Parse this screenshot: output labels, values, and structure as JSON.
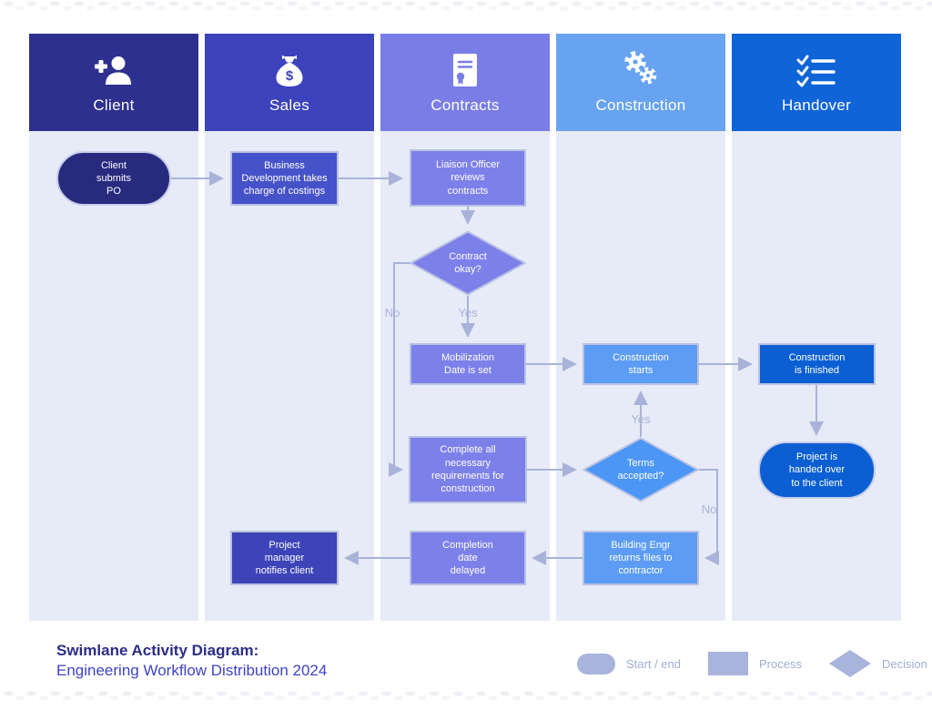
{
  "title_bar": {
    "title": "Swimlane Activity Diagram:",
    "subtitle": "Engineering Workflow Distribution 2024"
  },
  "lanes": [
    {
      "label": "Client",
      "icon": "add-user-icon",
      "color": "#2e308f"
    },
    {
      "label": "Sales",
      "icon": "money-bag-icon",
      "color": "#3c43bc"
    },
    {
      "label": "Contracts",
      "icon": "certificate-icon",
      "color": "#7a7de6"
    },
    {
      "label": "Construction",
      "icon": "gears-icon",
      "color": "#67a3f0"
    },
    {
      "label": "Handover",
      "icon": "checklist-icon",
      "color": "#0f64d8"
    }
  ],
  "nodes": {
    "client_start": {
      "type": "start",
      "lane": "Client",
      "text": "Client\nsubmits\nPO"
    },
    "sales_bd": {
      "type": "process",
      "lane": "Sales",
      "text": "Business\nDevelopment takes\ncharge of costings"
    },
    "contracts_liaison": {
      "type": "process",
      "lane": "Contracts",
      "text": "Liaison Officer\nreviews\ncontracts"
    },
    "contract_okay": {
      "type": "decision",
      "lane": "Contracts",
      "text": "Contract\nokay?"
    },
    "mobilization": {
      "type": "process",
      "lane": "Contracts",
      "text": "Mobilization\nDate is set"
    },
    "construction_starts": {
      "type": "process",
      "lane": "Construction",
      "text": "Construction\nstarts"
    },
    "construction_finished": {
      "type": "process",
      "lane": "Handover",
      "text": "Construction\nis finished"
    },
    "complete_requirements": {
      "type": "process",
      "lane": "Contracts",
      "text": "Complete all\nnecessary\nrequirements for\nconstruction"
    },
    "terms_accepted": {
      "type": "decision",
      "lane": "Construction",
      "text": "Terms\naccepted?"
    },
    "project_handed_over": {
      "type": "end",
      "lane": "Handover",
      "text": "Project is\nhanded over\nto the client"
    },
    "pm_notifies": {
      "type": "process",
      "lane": "Sales",
      "text": "Project\nmanager\nnotifies client"
    },
    "completion_delayed": {
      "type": "process",
      "lane": "Contracts",
      "text": "Completion\ndate\ndelayed"
    },
    "building_engr": {
      "type": "process",
      "lane": "Construction",
      "text": "Building Engr\nreturns files to\ncontractor"
    }
  },
  "branch_labels": {
    "contract_okay_yes": "Yes",
    "contract_okay_no": "No",
    "terms_accepted_yes": "Yes",
    "terms_accepted_no": "No"
  },
  "edges": [
    {
      "from": "client_start",
      "to": "sales_bd"
    },
    {
      "from": "sales_bd",
      "to": "contracts_liaison"
    },
    {
      "from": "contracts_liaison",
      "to": "contract_okay"
    },
    {
      "from": "contract_okay",
      "to": "mobilization",
      "label": "Yes"
    },
    {
      "from": "contract_okay",
      "to": "complete_requirements",
      "label": "No"
    },
    {
      "from": "mobilization",
      "to": "construction_starts"
    },
    {
      "from": "construction_starts",
      "to": "construction_finished"
    },
    {
      "from": "construction_finished",
      "to": "project_handed_over"
    },
    {
      "from": "complete_requirements",
      "to": "terms_accepted"
    },
    {
      "from": "terms_accepted",
      "to": "construction_starts",
      "label": "Yes"
    },
    {
      "from": "terms_accepted",
      "to": "building_engr",
      "label": "No"
    },
    {
      "from": "building_engr",
      "to": "completion_delayed"
    },
    {
      "from": "completion_delayed",
      "to": "pm_notifies"
    }
  ],
  "legend": {
    "start_end": "Start / end",
    "process": "Process",
    "decision": "Decision"
  },
  "colors": {
    "lane_background": "#e6ebf7",
    "arrow": "#a9b3d9",
    "client_node": "#282a7e",
    "sales_node": "#4652c9",
    "contracts_node": "#7c80e9",
    "construction_node": "#5c9cf4",
    "construction_decision": "#4c96f6",
    "handover_node": "#0b5fd3",
    "title": "#2b2d85",
    "subtitle": "#3f43c4"
  }
}
